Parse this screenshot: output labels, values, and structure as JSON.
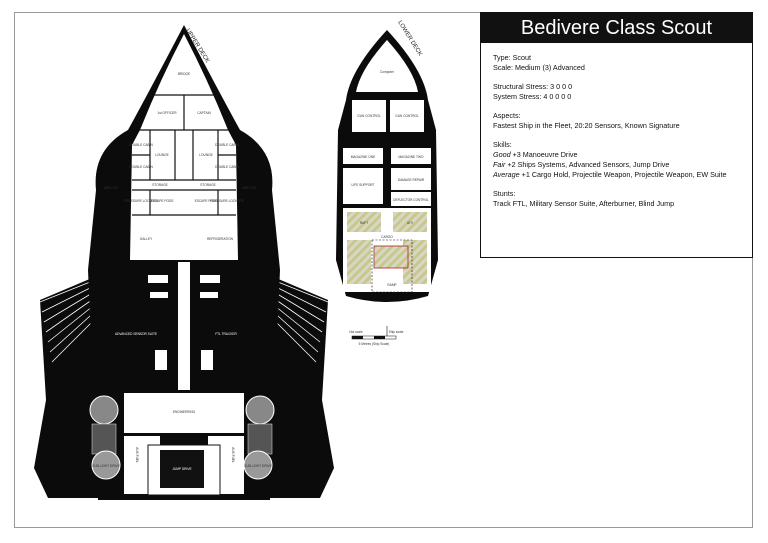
{
  "title": "Bedivere Class Scout",
  "type_line": "Type: Scout",
  "scale_line": "Scale: Medium (3) Advanced",
  "structural_line": "Structural Stress: 3 0 0 0",
  "system_line": "System Stress: 4 0 0 0 0",
  "aspects_heading": "Aspects:",
  "aspects_text": "Fastest Ship in the Fleet, 20:20 Sensors, Known Signature",
  "skills_heading": "Skills:",
  "skills": [
    {
      "level": "Good",
      "text": " +3 Manoeuvre Drive"
    },
    {
      "level": "Fair",
      "text": " +2  Ships Systems, Advanced Sensors, Jump Drive"
    },
    {
      "level": "Average",
      "text": " +1  Cargo Hold, Projectile Weapon, Projectile Weapon, EW Suite"
    }
  ],
  "stunts_heading": "Stunts:",
  "stunts_text": "Track FTL, Military Sensor Suite, Afterburner, Blind Jump",
  "upper_deck_label": "UPPER DECK",
  "lower_deck_label": "LOWER DECK",
  "upper_rooms": {
    "bridge": "BRIDGE",
    "first_officer": "1st OFFICER",
    "captain": "CAPTAIN",
    "double_cabin_1": "DOUBLE CABIN",
    "double_cabin_2": "DOUBLE CABIN",
    "double_cabin_3": "DOUBLE CABIN",
    "double_cabin_4": "DOUBLE CABIN",
    "lounge_1": "LOUNGE",
    "lounge_2": "LOUNGE",
    "airlock_1": "AIRLOCK",
    "airlock_2": "AIRLOCK",
    "storage_1": "STORAGE",
    "storage_2": "STORAGE",
    "pressure_lockers_1": "PRESSURE LOCKERS",
    "pressure_lockers_2": "PRESSURE LOCKERS",
    "escape_pods_1": "ESCAPE PODS",
    "escape_pods_2": "ESCAPE PODS",
    "galley": "GALLEY",
    "refrigeration": "REFRIGERATION",
    "sensor_suite": "ADVANCED SENSOR SUITE",
    "ftl_tracker": "FTL TRACKER",
    "engineering": "ENGINEERING",
    "jump_drive": "JUMP DRIVE",
    "sublight_drive_1": "SUB-LIGHT DRIVE",
    "sublight_drive_2": "SUB-LIGHT DRIVE",
    "aux_fuel_1": "AUX FUEL",
    "aux_fuel_2": "AUX FUEL"
  },
  "lower_rooms": {
    "computer": "Computer",
    "gun_control_1": "GUN CONTROL",
    "gun_control_2": "GUN CONTROL",
    "magazine_one": "MAGAZINE ONE",
    "magazine_two": "MAGAZINE TWO",
    "life_support": "LIFE SUPPORT",
    "damage_repair": "DAMAGE REPAIR",
    "deflector_control": "DEFLECTOR CONTROL",
    "cargo": "CARGO",
    "vehicle_1": "RAFT",
    "vehicle_2": "ATV",
    "ramp": "RAMP"
  },
  "scale_bar": {
    "left": "Not scale",
    "right": "Ship scale",
    "bottom": "5 Metres (Ship Scale)"
  }
}
